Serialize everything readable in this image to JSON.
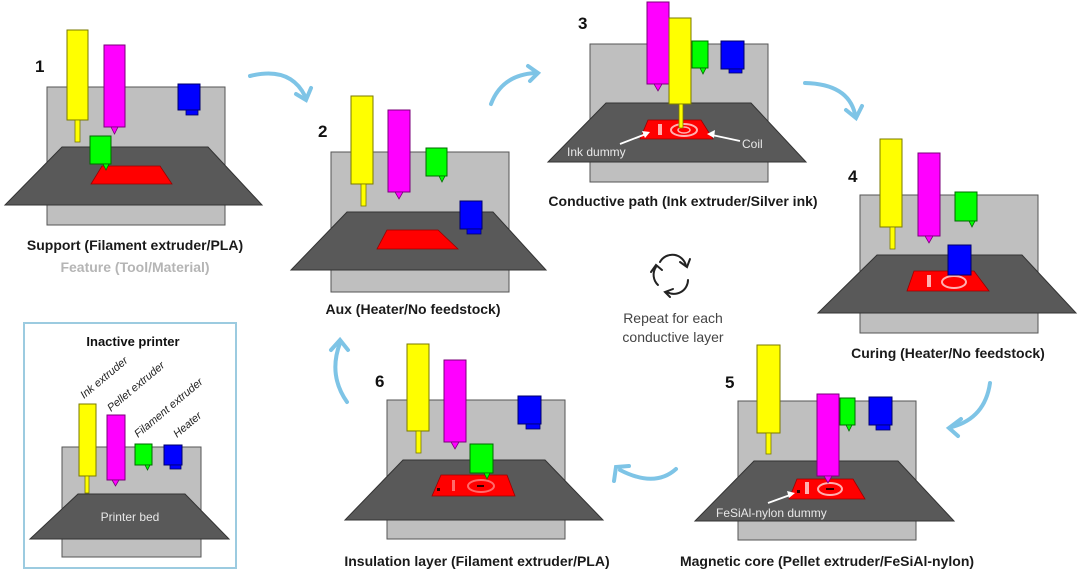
{
  "colors": {
    "ink_extruder": "#ffff00",
    "pellet_extruder": "#ff00ff",
    "filament_extruder": "#00ff00",
    "heater": "#0000ff",
    "printer_back": "#bfbfbf",
    "printer_bed": "#595959",
    "part": "#ff0000",
    "arrow": "#7ec4e6",
    "legend_border": "#9ccbe0"
  },
  "steps": [
    {
      "number": "1",
      "caption": "Support (Filament extruder/PLA)",
      "sub_caption": "Feature (Tool/Material)",
      "active_tool": "filament-extruder",
      "part": "base"
    },
    {
      "number": "2",
      "caption": "Aux (Heater/No feedstock)",
      "active_tool": "heater",
      "part": "base"
    },
    {
      "number": "3",
      "caption": "Conductive path (Ink extruder/Silver ink)",
      "active_tool": "ink-extruder",
      "part": "coil",
      "annotations": [
        "Ink dummy",
        "Coil"
      ]
    },
    {
      "number": "4",
      "caption": "Curing (Heater/No feedstock)",
      "active_tool": "heater",
      "part": "coil"
    },
    {
      "number": "5",
      "caption": "Magnetic core (Pellet extruder/FeSiAl-nylon)",
      "active_tool": "pellet-extruder",
      "part": "core",
      "annotations": [
        "FeSiAl-nylon dummy"
      ]
    },
    {
      "number": "6",
      "caption": "Insulation layer (Filament extruder/PLA)",
      "active_tool": "filament-extruder",
      "part": "insulated"
    }
  ],
  "center_note": {
    "icon": "repeat-cycle-icon",
    "line1": "Repeat for each",
    "line2": "conductive layer"
  },
  "legend": {
    "title": "Inactive printer",
    "tools": [
      "Ink extruder",
      "Pellet extruder",
      "Filament extruder",
      "Heater"
    ],
    "bed_label": "Printer bed"
  }
}
